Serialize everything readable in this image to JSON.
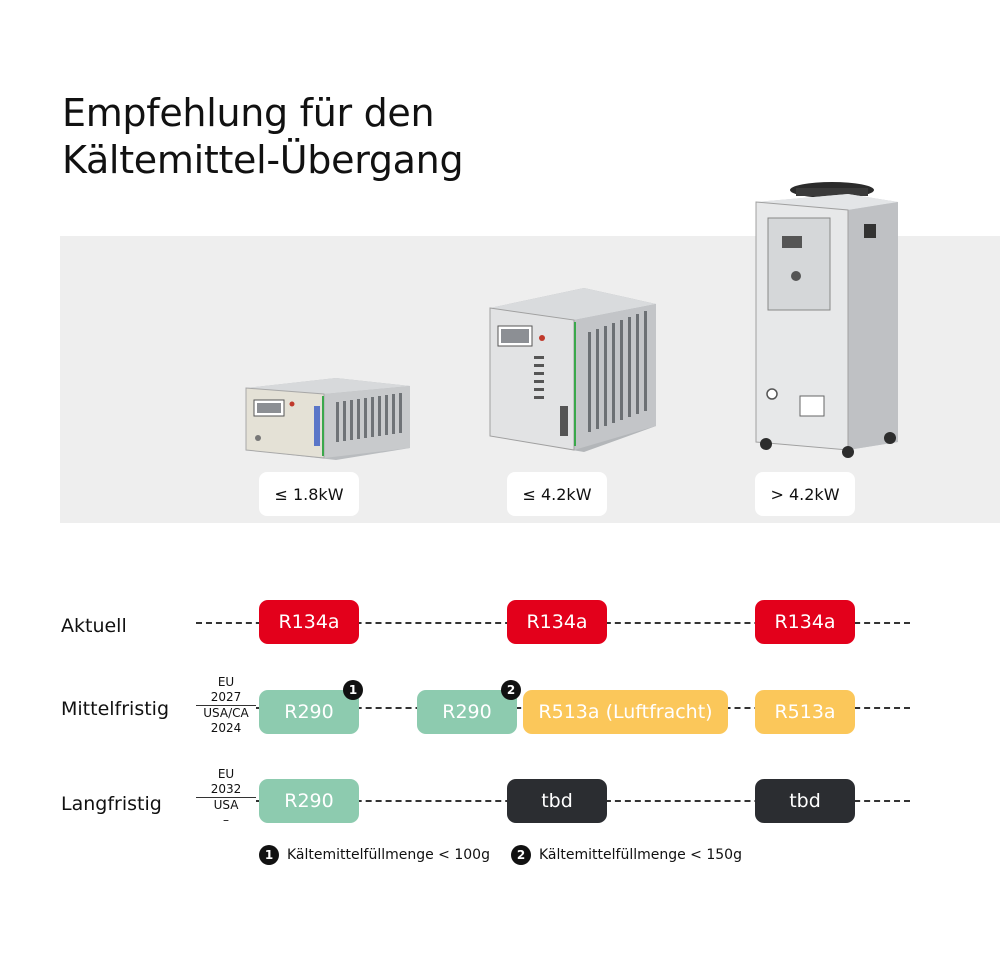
{
  "title": {
    "line1": "Empfehlung für den",
    "line2": "Kältemittel-Übergang"
  },
  "devices": [
    {
      "label": "≤ 1.8kW"
    },
    {
      "label": "≤ 4.2kW"
    },
    {
      "label": "> 4.2kW"
    }
  ],
  "rows": {
    "current": {
      "label": "Aktuell",
      "cells": [
        "R134a",
        "R134a",
        "R134a"
      ]
    },
    "mid": {
      "label": "Mittelfristig",
      "region_top": "EU",
      "region_year_top": "2027",
      "region_bottom": "USA/CA",
      "region_year_bottom": "2024",
      "cells": [
        "R290",
        "R290",
        "R513a (Luftfracht)",
        "R513a"
      ]
    },
    "long": {
      "label": "Langfristig",
      "region_top": "EU",
      "region_year_top": "2032",
      "region_bottom": "USA",
      "region_year_bottom": "–",
      "cells": [
        "R290",
        "tbd",
        "tbd"
      ]
    }
  },
  "footnotes": [
    {
      "marker": "1",
      "text": "Kältemittelfüllmenge < 100g"
    },
    {
      "marker": "2",
      "text": "Kältemittelfüllmenge < 150g"
    }
  ],
  "colors": {
    "red": "#e3001b",
    "green": "#8dcbaf",
    "yellow": "#fbc75a",
    "dark": "#2b2d31",
    "panel": "#eeeeee"
  }
}
